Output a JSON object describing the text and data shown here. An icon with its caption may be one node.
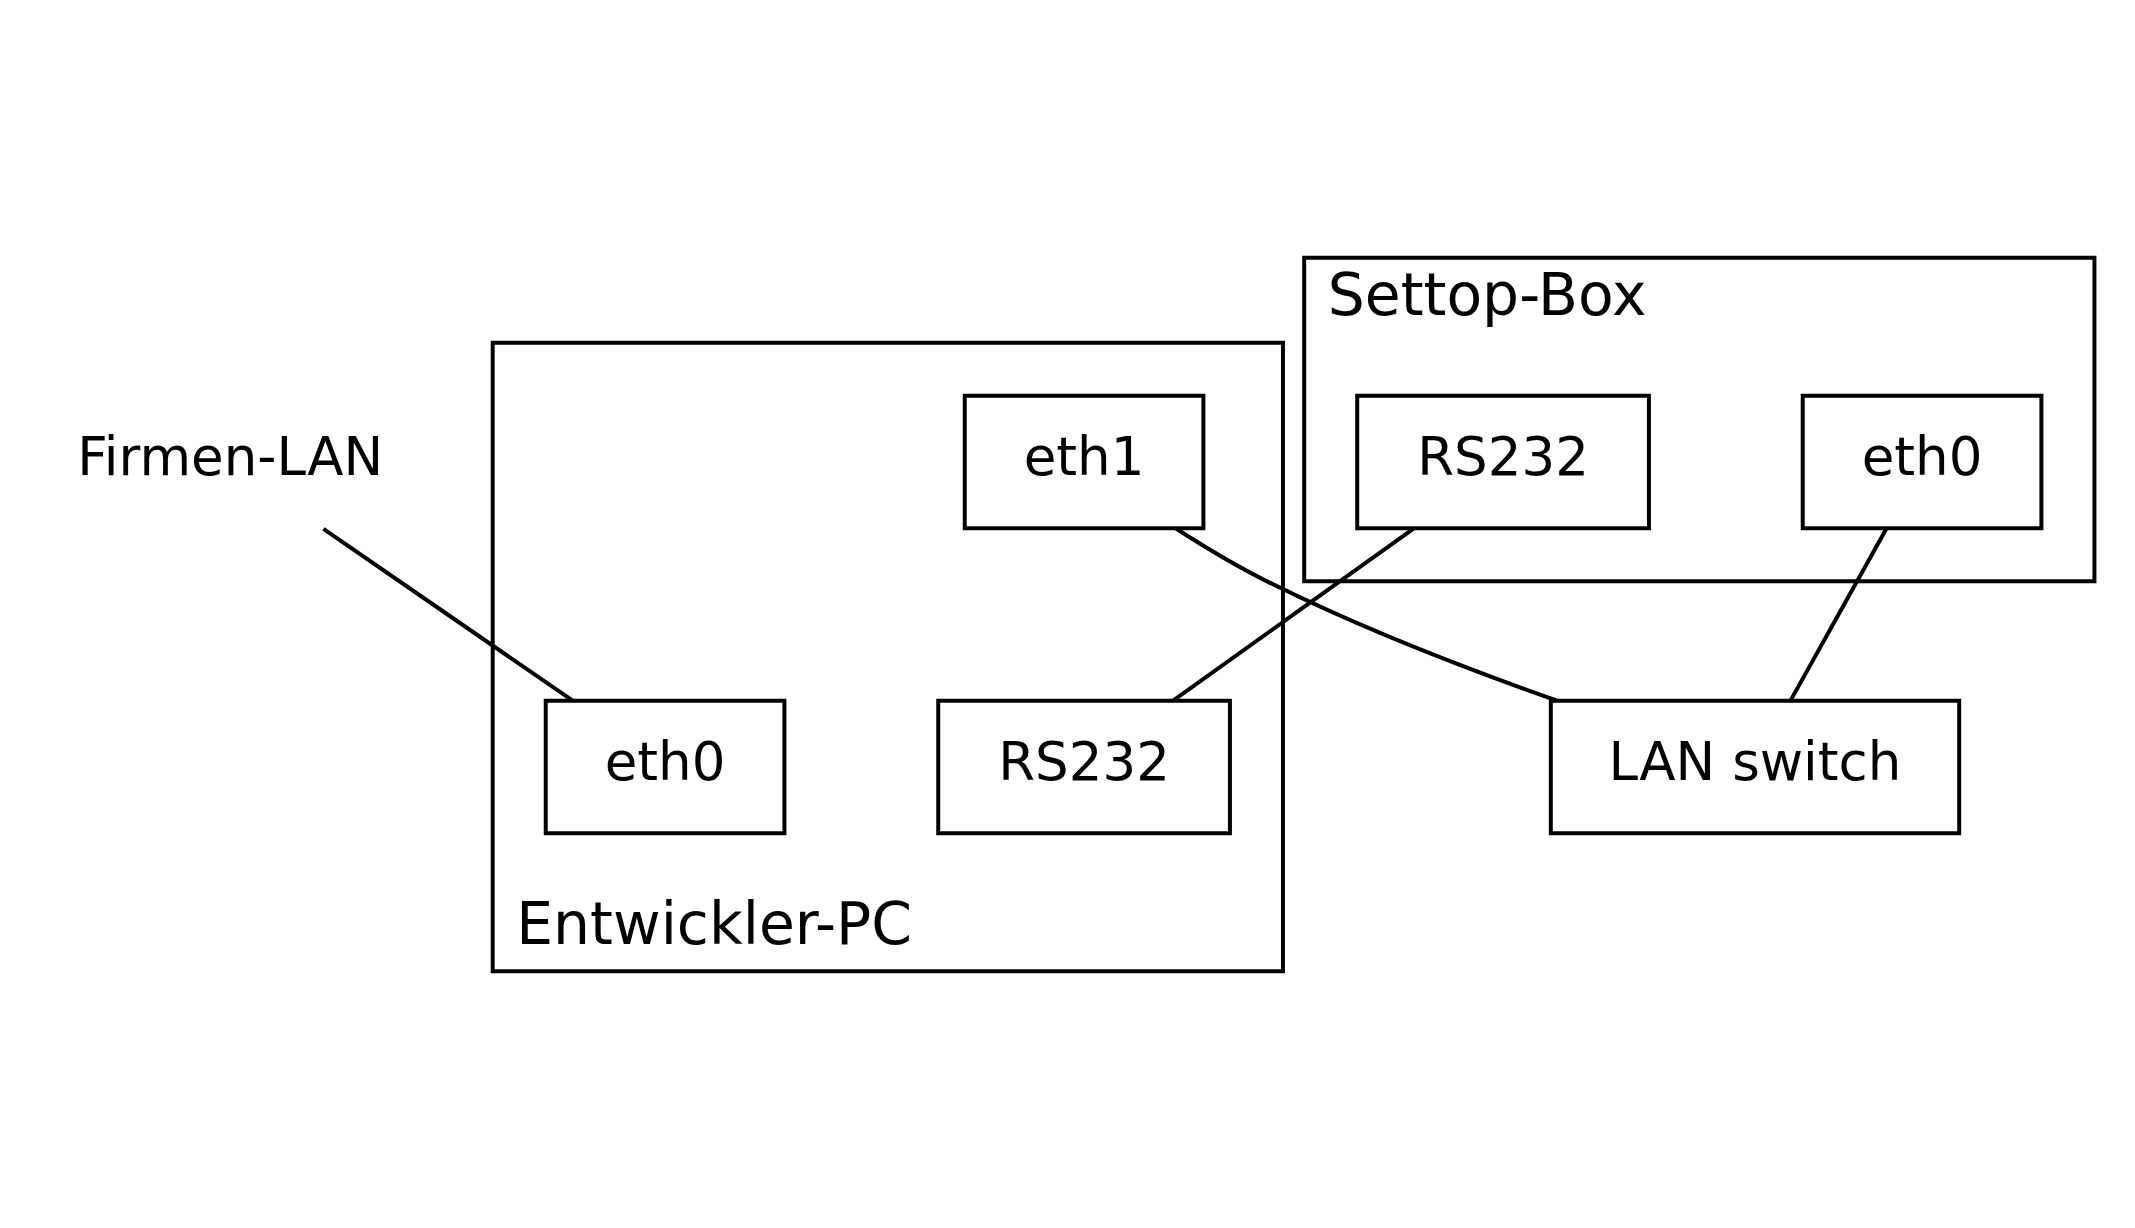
{
  "diagram": {
    "nodes": [
      {
        "text": [
          "Settop-Box"
        ]
      },
      {
        "text": [
          "RS232"
        ],
        "in": 0
      },
      {
        "text": [
          "eth0"
        ],
        "in": 0
      },
      {
        "text": [
          "LAN switch"
        ]
      },
      {
        "text": [
          "Firmen-LAN"
        ]
      },
      {
        "text": [
          "Entwickler-PC"
        ]
      },
      {
        "text": [
          "eth0"
        ],
        "in": 5
      },
      {
        "text": [
          "eth1"
        ],
        "in": 5
      },
      {
        "text": [
          "RS232"
        ],
        "in": 5
      }
    ],
    "edges": [
      {
        "from": 1,
        "to": 8,
        "arrow": "none"
      },
      {
        "from": 2,
        "to": 3,
        "arrow": "none"
      },
      {
        "from": 7,
        "to": 3,
        "arrow": "none"
      },
      {
        "from": 4,
        "to": 6,
        "arrow": "none"
      }
    ]
  }
}
